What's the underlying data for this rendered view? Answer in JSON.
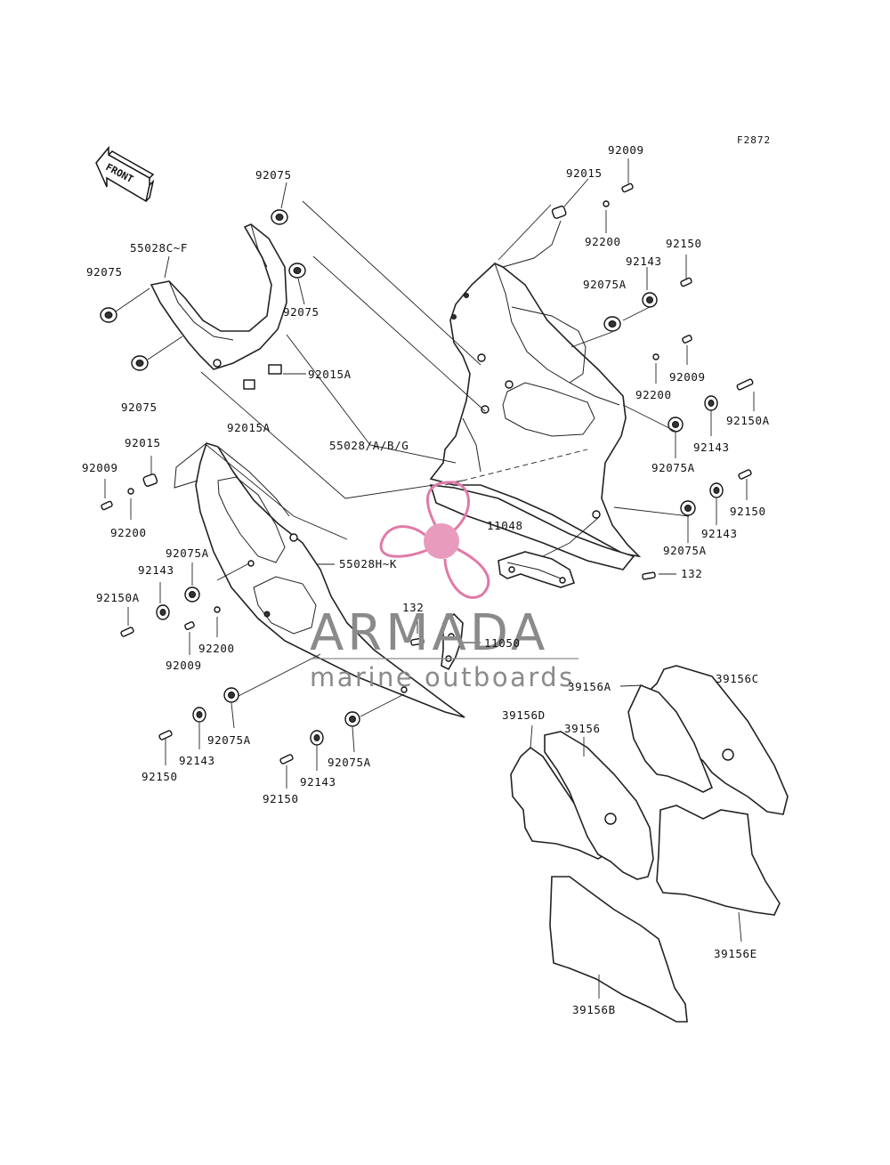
{
  "figure_code": "F2872",
  "front_arrow": "FRONT",
  "watermark": {
    "title": "ARMADA",
    "subtitle": "marine outboards",
    "accent": "#e07aa8"
  },
  "labels": {
    "l92009a": "92009",
    "l92015a": "92015",
    "l92200a": "92200",
    "l92150a": "92150",
    "l92143a": "92143",
    "l92075Aa": "92075A",
    "l92009b": "92009",
    "l92200b": "92200",
    "l92150Aa": "92150A",
    "l92143b": "92143",
    "l92075Ab": "92075A",
    "l92150b": "92150",
    "l92143c": "92143",
    "l92075Ac": "92075A",
    "l132a": "132",
    "l11048": "11048",
    "l55028ABG": "55028/A/B/G",
    "l92075top": "92075",
    "l55028CF": "55028C~F",
    "l92075left": "92075",
    "l92075mid": "92075",
    "l92015Aa": "92015A",
    "l92075low": "92075",
    "l92015Ab": "92015A",
    "l92015b": "92015",
    "l92009c": "92009",
    "l92200c": "92200",
    "l92075Ad": "92075A",
    "l92143d": "92143",
    "l92150Ab": "92150A",
    "l55028HK": "55028H~K",
    "l132b": "132",
    "l11050": "11050",
    "l92200d": "92200",
    "l92009d": "92009",
    "l92075Ae": "92075A",
    "l92143e": "92143",
    "l92150c": "92150",
    "l92075Af": "92075A",
    "l92143f": "92143",
    "l92150d": "92150",
    "l39156A": "39156A",
    "l39156C": "39156C",
    "l39156D": "39156D",
    "l39156": "39156",
    "l39156E": "39156E",
    "l39156B": "39156B"
  }
}
